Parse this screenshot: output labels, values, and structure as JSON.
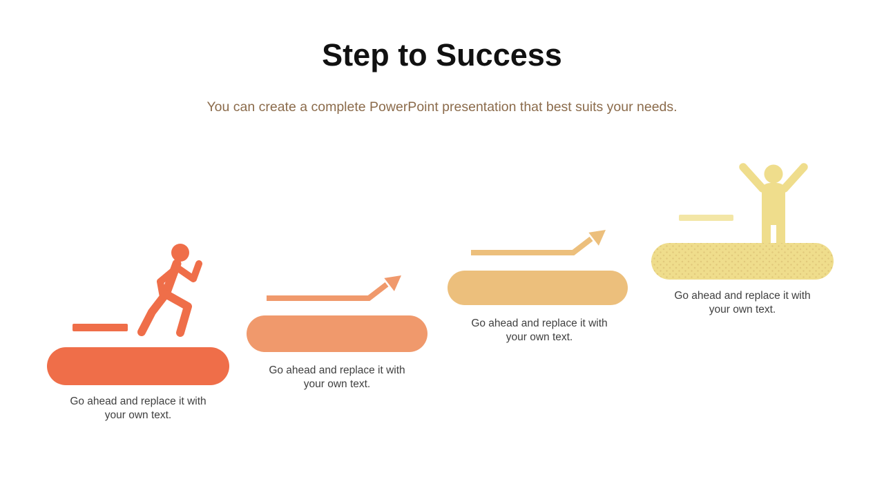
{
  "slide": {
    "title": "Step to Success",
    "subtitle": "You can create a complete PowerPoint presentation that best suits your needs.",
    "colors": {
      "title": "#111111",
      "subtitle": "#8B6B4B",
      "body_text": "#3F3F3F",
      "background": "#FFFFFF",
      "step_1": "#EF6E49",
      "step_2": "#F0996C",
      "step_3": "#ECBF7C",
      "step_4": "#EFDD8C"
    },
    "steps": [
      {
        "index": 1,
        "icon": "running-person-icon",
        "color": "#EF6E49",
        "label": "Go ahead and replace it with your own text."
      },
      {
        "index": 2,
        "icon": "rising-arrow-icon",
        "color": "#F0996C",
        "label": "Go ahead and replace it with your own text."
      },
      {
        "index": 3,
        "icon": "rising-arrow-icon",
        "color": "#ECBF7C",
        "label": "Go ahead and replace it with your own text."
      },
      {
        "index": 4,
        "icon": "celebrating-person-icon",
        "color": "#EFDD8C",
        "label": "Go ahead and replace it with your own text."
      }
    ]
  }
}
